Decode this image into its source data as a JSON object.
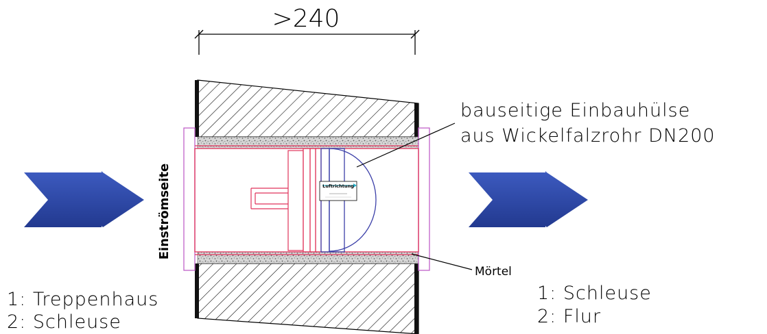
{
  "dimension": {
    "text": ">240"
  },
  "callout_pipe": {
    "line1": "bauseitige Einbauhülse",
    "line2": "aus Wickelfalzrohr DN200"
  },
  "callout_mortar": {
    "text": "Mörtel"
  },
  "inflow_label": {
    "text": "Einströmseite"
  },
  "left_side": {
    "item1": "1: Treppenhaus",
    "item2": "2: Schleuse"
  },
  "right_side": {
    "item1": "1: Schleuse",
    "item2": "2: Flur"
  },
  "flap_label": {
    "title": "Luftrichtung"
  },
  "colors": {
    "arrow": "#2f4aa3",
    "arrow_shadow": "#1d327f",
    "sleeve": "#e0325a",
    "flange": "#c060c8",
    "flap": "#3b3fa8",
    "mortar": "#d8d8d8",
    "hatch": "#000000"
  }
}
